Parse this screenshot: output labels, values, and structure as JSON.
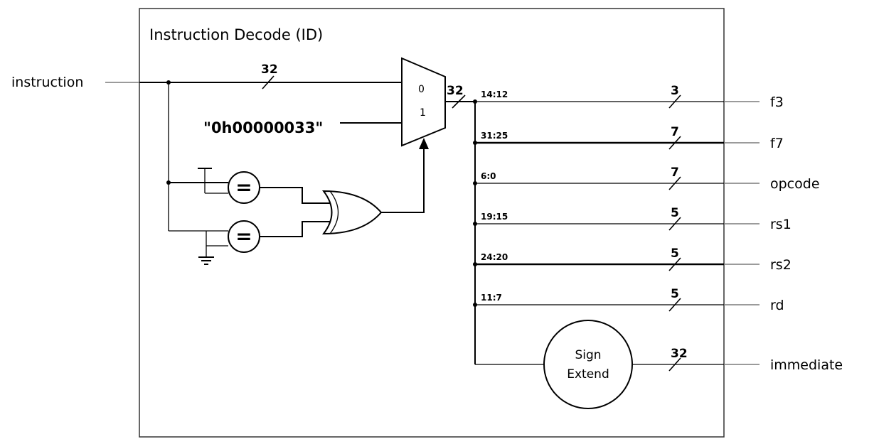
{
  "title": "Instruction Decode (ID)",
  "inputs": {
    "instruction": "instruction",
    "constant": "\"0h00000033\""
  },
  "mux": {
    "in0": "0",
    "in1": "1"
  },
  "comparators": {
    "symbol": "="
  },
  "bus_width_instruction": "32",
  "bus_width_mux_out": "32",
  "sign_extend": {
    "line1": "Sign",
    "line2": "Extend"
  },
  "outputs": [
    {
      "name": "f3",
      "range": "14:12",
      "width": "3"
    },
    {
      "name": "f7",
      "range": "31:25",
      "width": "7"
    },
    {
      "name": "opcode",
      "range": "6:0",
      "width": "7"
    },
    {
      "name": "rs1",
      "range": "19:15",
      "width": "5"
    },
    {
      "name": "rs2",
      "range": "24:20",
      "width": "5"
    },
    {
      "name": "rd",
      "range": "11:7",
      "width": "5"
    },
    {
      "name": "immediate",
      "range": "",
      "width": "32"
    }
  ]
}
